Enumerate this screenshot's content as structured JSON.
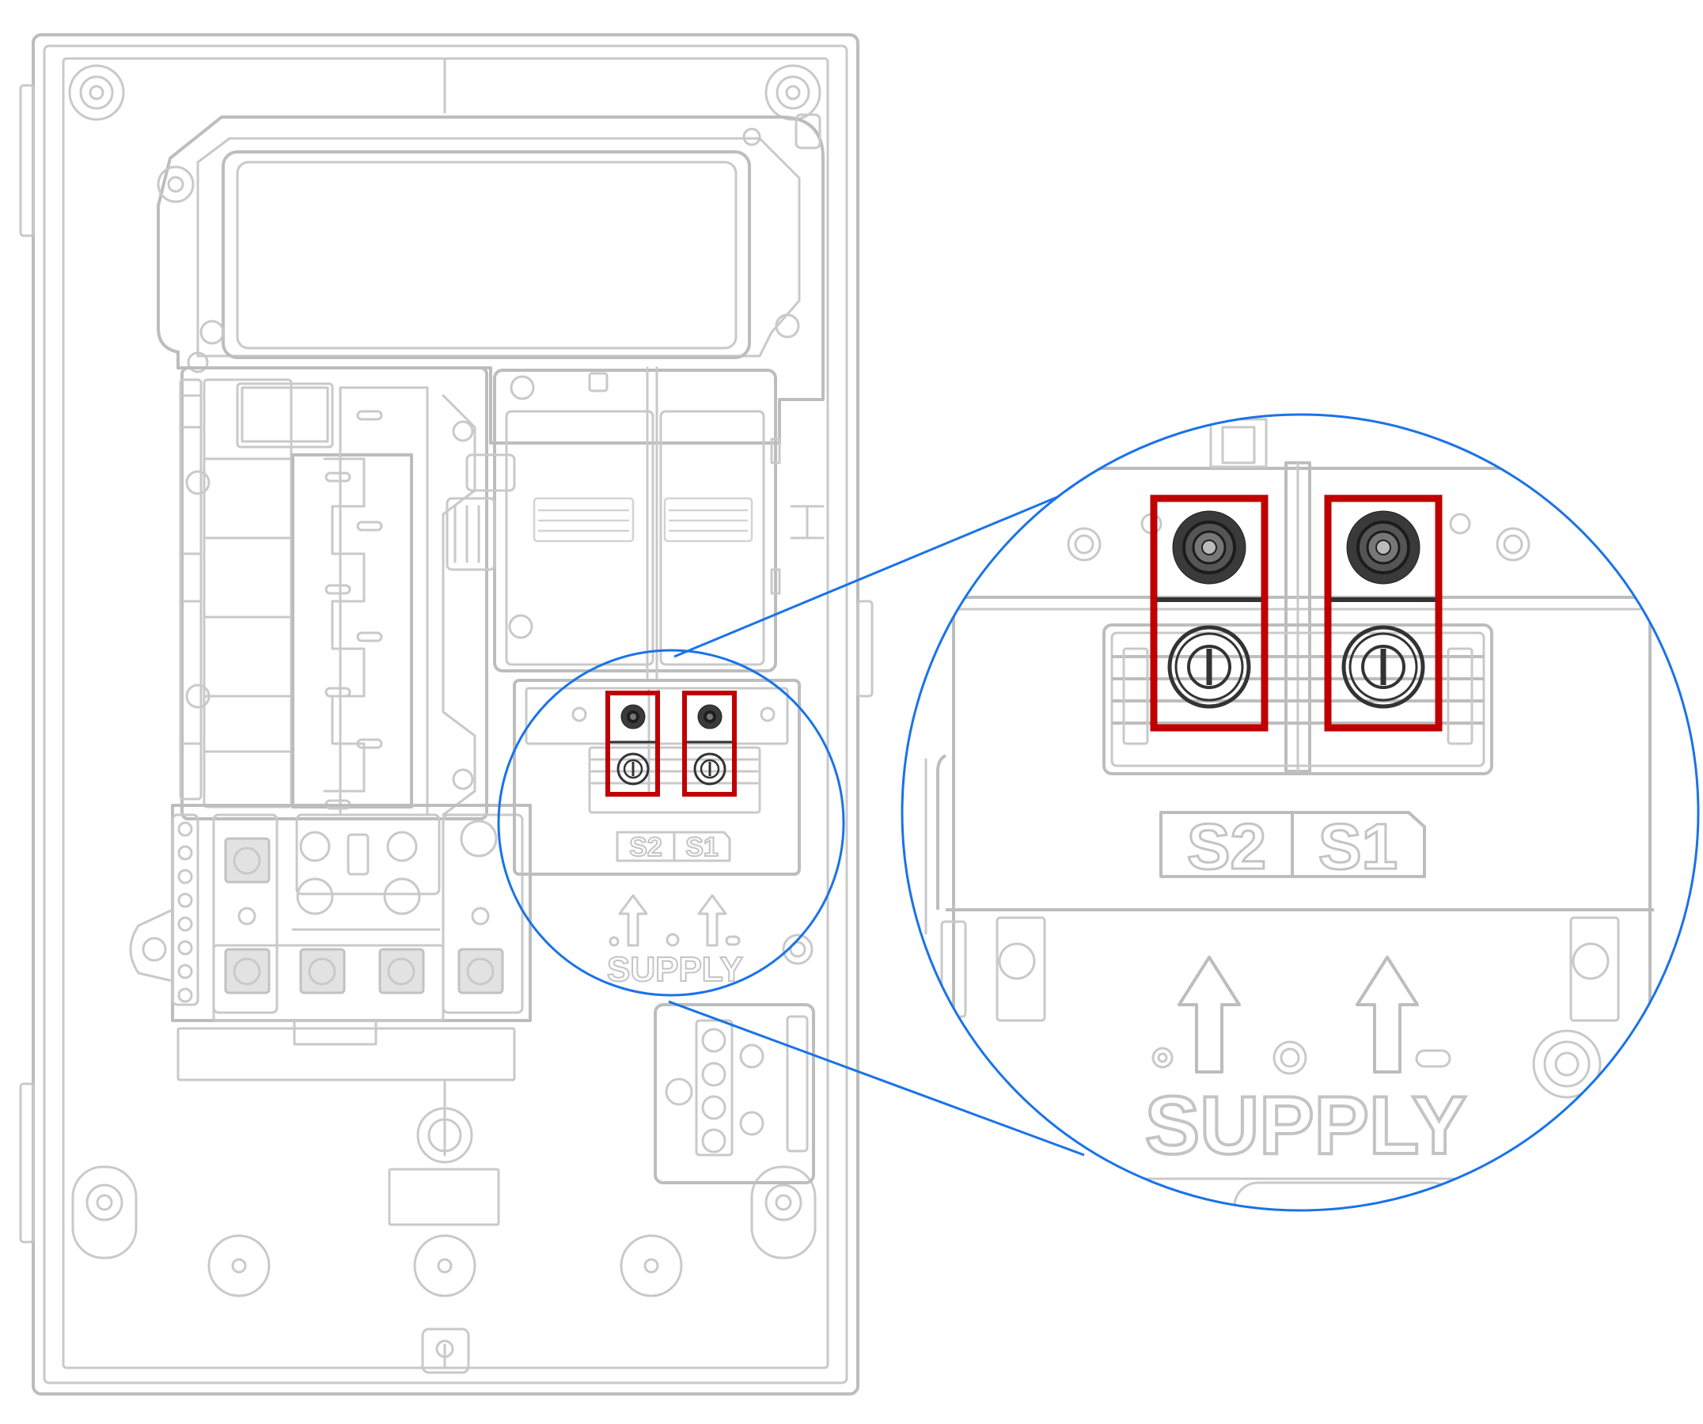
{
  "labels": {
    "terminal_left": "S2",
    "terminal_right": "S1",
    "supply": "SUPPLY"
  },
  "colors": {
    "outline": "#c9c9c9",
    "highlight": "#c00000",
    "callout": "#1a73e8",
    "terminal": "#333333"
  }
}
